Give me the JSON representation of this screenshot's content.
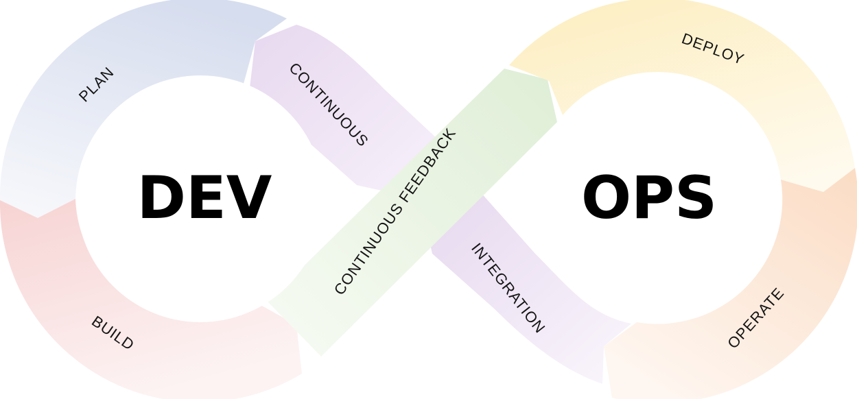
{
  "diagram": {
    "left_center": "DEV",
    "right_center": "OPS",
    "segments": {
      "plan": "PLAN",
      "build": "BUILD",
      "continuous": "CONTINUOUS",
      "integration": "INTEGRATION",
      "continuous_feedback": "CONTINUOUS FEEDBACK",
      "deploy": "DEPLOY",
      "operate": "OPERATE"
    },
    "colors": {
      "plan": "#d9e0ee",
      "build": "#f6d3d3",
      "ci": "#e8daf0",
      "feedback": "#e2f0da",
      "deploy": "#fdf0c8",
      "operate": "#fbe0c8"
    }
  }
}
